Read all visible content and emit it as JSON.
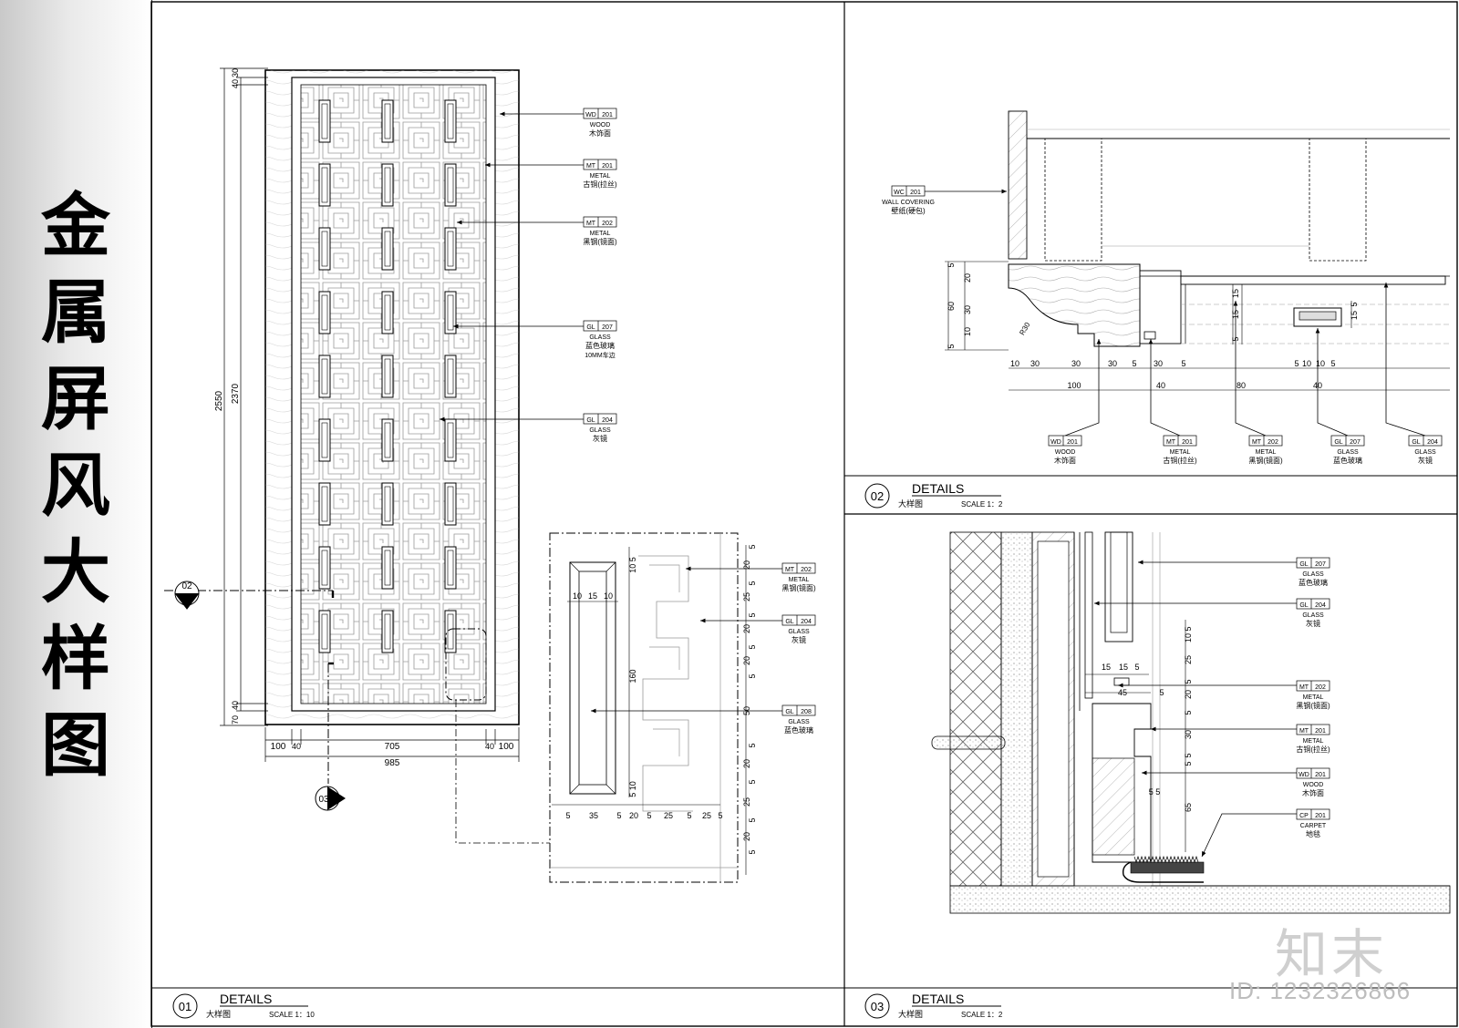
{
  "sidebar": {
    "title_chars": [
      "金",
      "属",
      "屏",
      "风",
      "大",
      "样",
      "图"
    ]
  },
  "panels": {
    "p01": {
      "num": "01",
      "title": "DETAILS",
      "sub": "大样图",
      "scale": "SCALE 1：10"
    },
    "p02": {
      "num": "02",
      "title": "DETAILS",
      "sub": "大样图",
      "scale": "SCALE 1：2"
    },
    "p03": {
      "num": "03",
      "title": "DETAILS",
      "sub": "大样图",
      "scale": "SCALE 1：2"
    }
  },
  "section_markers": {
    "m02": "02",
    "m03": "03"
  },
  "dims01": {
    "total_h": "2550",
    "inner_h": "2370",
    "top_a": "40",
    "top_b": "30",
    "bot_a": "70",
    "bot_b": "40",
    "w_100a": "100",
    "w_40a": "40",
    "w_705": "705",
    "w_40b": "40",
    "w_100b": "100",
    "w_985": "985"
  },
  "detail_dims": {
    "d10a": "10",
    "d15": "15",
    "d10b": "10",
    "d160": "160",
    "d105": "10 5",
    "d510": "5 10",
    "bot": [
      "5",
      "35",
      "5",
      "20",
      "5",
      "25",
      "5",
      "25",
      "5"
    ],
    "right": [
      "5",
      "20",
      "5",
      "25",
      "5",
      "20",
      "5",
      "20",
      "5",
      "50",
      "5",
      "20",
      "5",
      "25",
      "5",
      "20",
      "5"
    ]
  },
  "callouts01": [
    {
      "code": "WD",
      "num": "201",
      "en": "WOOD",
      "cn": "木饰面"
    },
    {
      "code": "MT",
      "num": "201",
      "en": "METAL",
      "cn": "古铜(拉丝)"
    },
    {
      "code": "MT",
      "num": "202",
      "en": "METAL",
      "cn": "黑钢(镜面)"
    },
    {
      "code": "GL",
      "num": "207",
      "en": "GLASS",
      "cn": "蓝色玻璃",
      "cn2": "10MM车边"
    },
    {
      "code": "GL",
      "num": "204",
      "en": "GLASS",
      "cn": "灰镜"
    }
  ],
  "callouts_detail": [
    {
      "code": "MT",
      "num": "202",
      "en": "METAL",
      "cn": "黑钢(镜面)"
    },
    {
      "code": "GL",
      "num": "204",
      "en": "GLASS",
      "cn": "灰镜"
    },
    {
      "code": "GL",
      "num": "208",
      "en": "GLASS",
      "cn": "蓝色玻璃"
    }
  ],
  "callouts02": {
    "wall": {
      "code": "WC",
      "num": "201",
      "en": "WALL COVERING",
      "cn": "壁纸(硬包)"
    },
    "bottom": [
      {
        "code": "WD",
        "num": "201",
        "en": "WOOD",
        "cn": "木饰面"
      },
      {
        "code": "MT",
        "num": "201",
        "en": "METAL",
        "cn": "古铜(拉丝)"
      },
      {
        "code": "MT",
        "num": "202",
        "en": "METAL",
        "cn": "黑钢(镜面)"
      },
      {
        "code": "GL",
        "num": "207",
        "en": "GLASS",
        "cn": "蓝色玻璃"
      },
      {
        "code": "GL",
        "num": "204",
        "en": "GLASS",
        "cn": "灰镜"
      }
    ]
  },
  "dims02": {
    "left": [
      "5",
      "20",
      "30",
      "10",
      "5"
    ],
    "l60": "60",
    "r30": "R30",
    "bottom": [
      "10",
      "30",
      "30",
      "30",
      "5",
      "30",
      "5"
    ],
    "b100": "100",
    "b40a": "40",
    "b80": "80",
    "b40b": "40",
    "mid": [
      "15",
      "15",
      "5"
    ],
    "right": [
      "5",
      "15"
    ],
    "glass": [
      "5",
      "10",
      "10",
      "5"
    ]
  },
  "callouts03": [
    {
      "code": "GL",
      "num": "207",
      "en": "GLASS",
      "cn": "蓝色玻璃"
    },
    {
      "code": "GL",
      "num": "204",
      "en": "GLASS",
      "cn": "灰镜"
    },
    {
      "code": "MT",
      "num": "202",
      "en": "METAL",
      "cn": "黑钢(镜面)"
    },
    {
      "code": "MT",
      "num": "201",
      "en": "METAL",
      "cn": "古铜(拉丝)"
    },
    {
      "code": "WD",
      "num": "201",
      "en": "WOOD",
      "cn": "木饰面"
    },
    {
      "code": "CP",
      "num": "201",
      "en": "CARPET",
      "cn": "地毯"
    }
  ],
  "dims03": {
    "top": [
      "15",
      "15",
      "5"
    ],
    "d45": "45",
    "d5": "5",
    "right": [
      "5",
      "10",
      "25",
      "5",
      "20",
      "5",
      "30",
      "5",
      "5",
      "65"
    ],
    "small": "5 5"
  },
  "watermark": {
    "brand": "知末",
    "id": "ID: 1232326866"
  }
}
